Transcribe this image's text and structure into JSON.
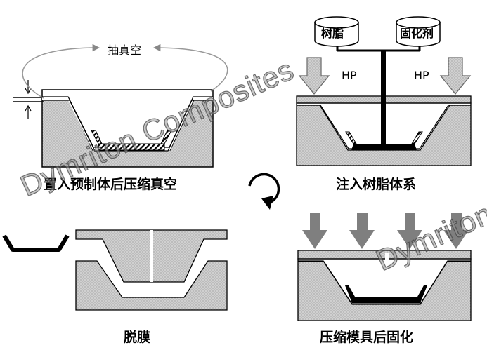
{
  "steps": [
    {
      "label": "置入预制体后压缩真空"
    },
    {
      "label": "注入树脂体系"
    },
    {
      "label": "脱膜"
    },
    {
      "label": "压缩模具后固化"
    }
  ],
  "annotations": {
    "vacuum": "抽真空",
    "resin": "树脂",
    "hardener": "固化剂",
    "pressure": "HP"
  },
  "watermark": "Dymriton Composites",
  "watermark_partial": "Dymriton",
  "colors": {
    "mold_fill": "#d3d3d3",
    "preform": "#000000",
    "arrow_grey": "#7f7f7f",
    "watermark": "#c8c8c8"
  }
}
